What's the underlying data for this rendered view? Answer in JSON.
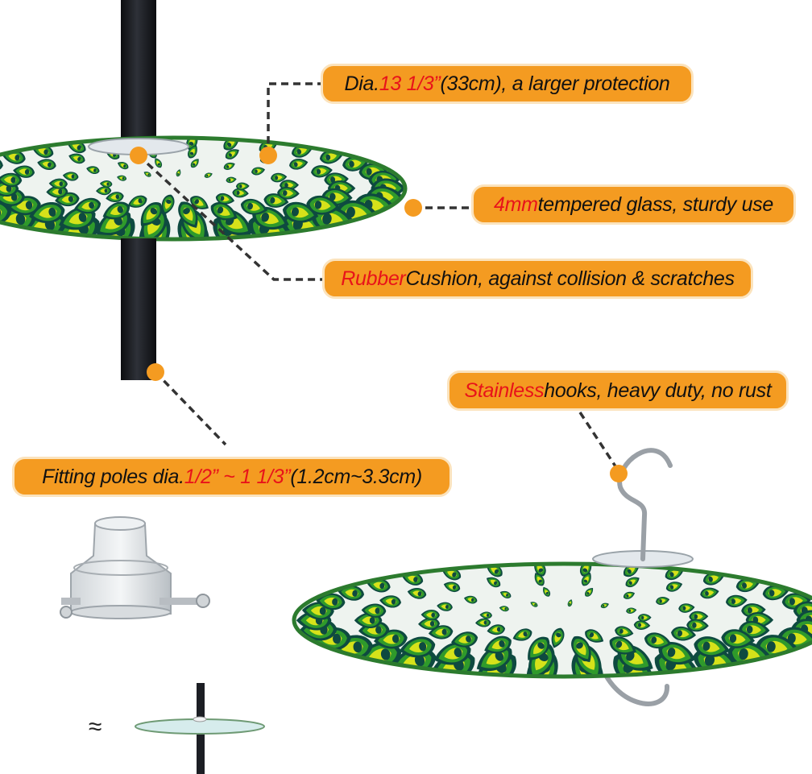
{
  "callouts": {
    "diameter": {
      "highlight": "13 1/3”",
      "pre": "Dia. ",
      "post": " (33cm), a larger protection"
    },
    "glass": {
      "highlight": "4mm",
      "post": " tempered glass, sturdy use"
    },
    "rubber": {
      "highlight": "Rubber",
      "post": " Cushion, against collision & scratches"
    },
    "hooks": {
      "highlight": "Stainless",
      "post": " hooks, heavy duty, no rust"
    },
    "poles": {
      "pre": "Fitting poles dia. ",
      "highlight": "1/2” ~ 1 1/3”",
      "post": " (1.2cm~3.3cm)"
    }
  },
  "approx_symbol": "≈",
  "colors": {
    "callout_fill": "#f49b21",
    "callout_border": "#fbe3bd",
    "highlight_text": "#e8131a",
    "leader_line": "#333333",
    "dot": "#f49b21",
    "pole": "#1c1e24",
    "feather_dark": "#0e4a40",
    "feather_green": "#2f9a2b",
    "feather_yellow": "#d6e21a"
  }
}
